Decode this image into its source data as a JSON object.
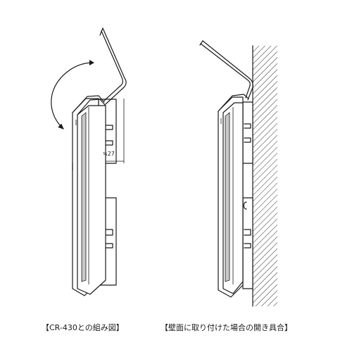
{
  "figure_left": {
    "dimension_label": "≒27",
    "caption": "【CR-430との組み図】"
  },
  "figure_right": {
    "caption": "【壁面に取り付けた場合の開き具合】"
  }
}
